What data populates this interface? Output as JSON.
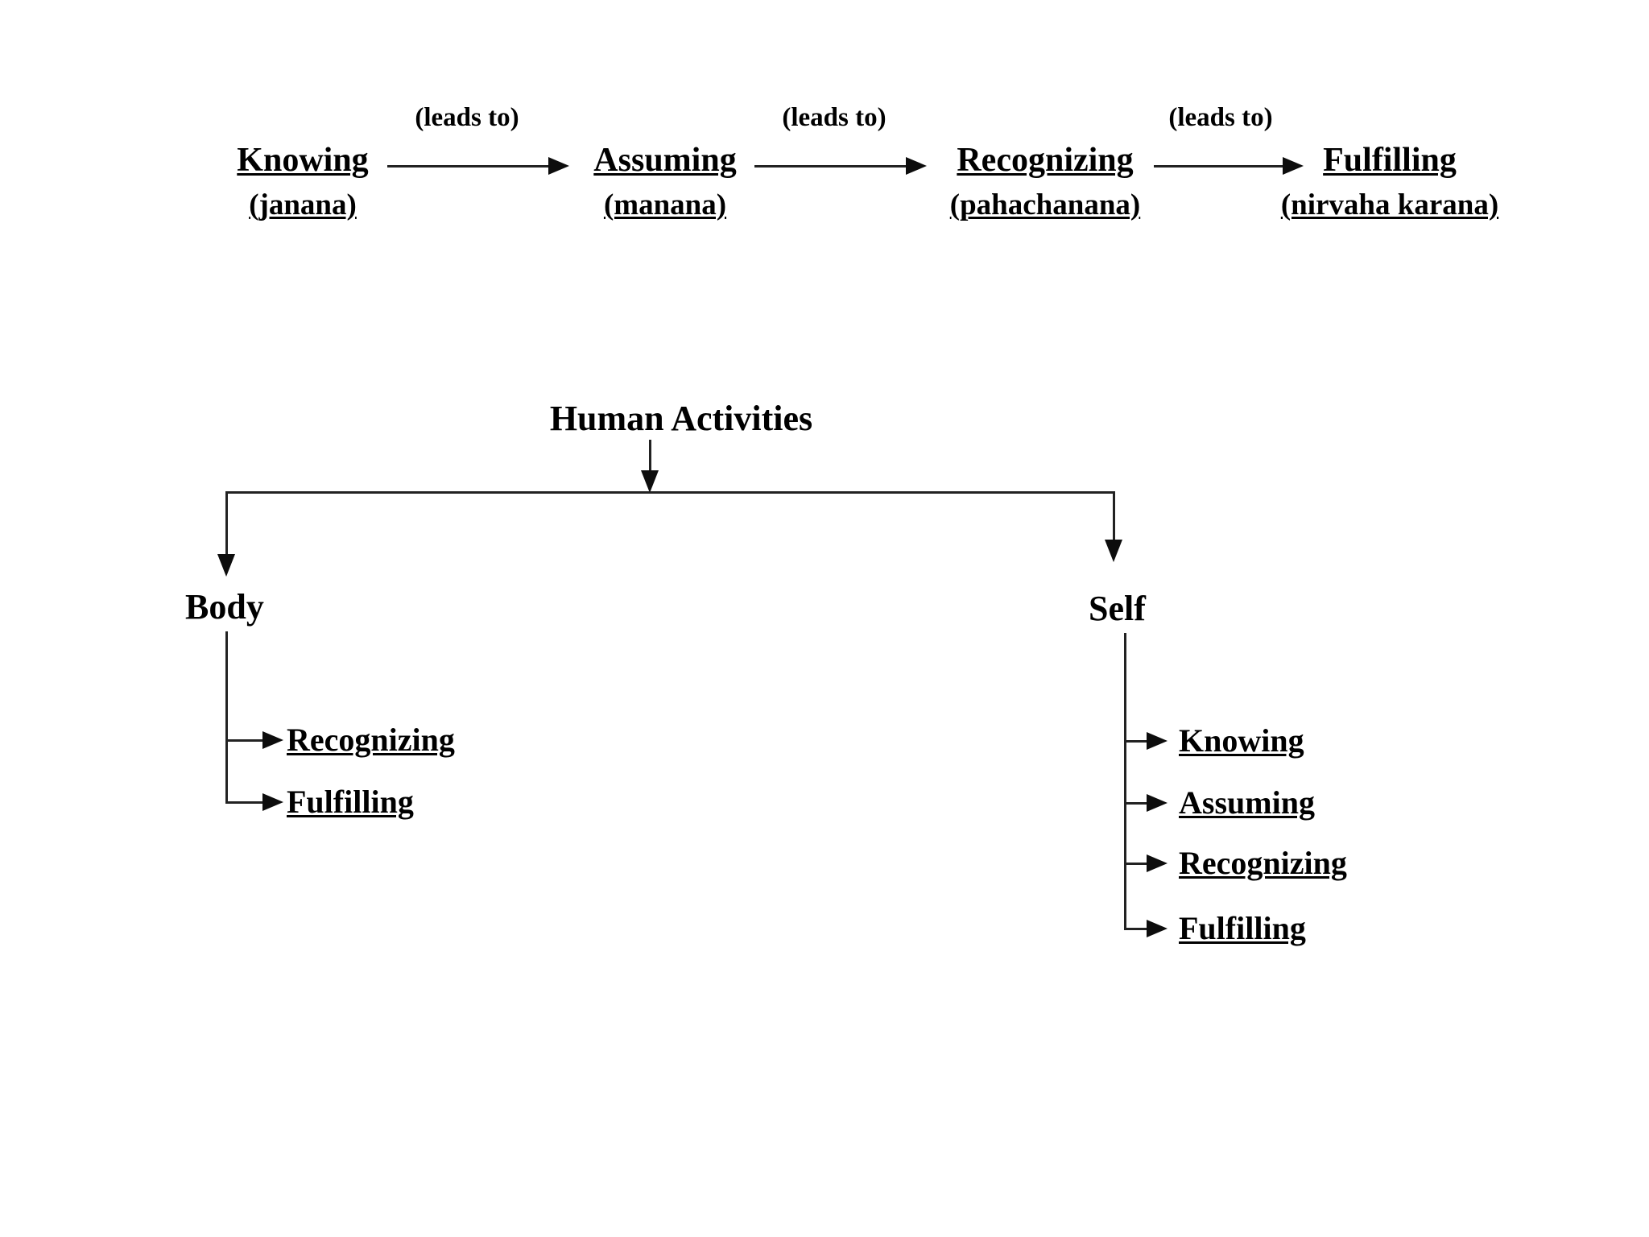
{
  "diagram": {
    "flow": {
      "leads_to_label": "(leads to)",
      "nodes": [
        {
          "title": "Knowing",
          "subtitle": "(janana)"
        },
        {
          "title": "Assuming",
          "subtitle": "(manana)"
        },
        {
          "title": "Recognizing",
          "subtitle": "(pahachanana)"
        },
        {
          "title": "Fulfilling",
          "subtitle": "(nirvaha karana)"
        }
      ]
    },
    "tree": {
      "root": "Human Activities",
      "branches": [
        {
          "title": "Body",
          "children": [
            "Recognizing",
            "Fulfilling"
          ]
        },
        {
          "title": "Self",
          "children": [
            "Knowing",
            "Assuming",
            "Recognizing",
            "Fulfilling"
          ]
        }
      ]
    },
    "colors": {
      "text": "#000000",
      "line": "#222222",
      "background": "#ffffff"
    }
  }
}
